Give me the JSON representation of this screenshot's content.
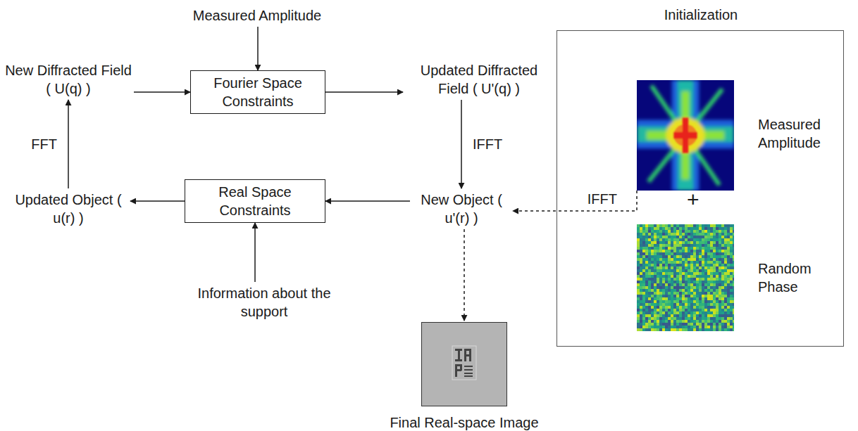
{
  "diagram": {
    "nodes": [
      {
        "text": [
          "Measured Amplitude"
        ]
      },
      {
        "text": [
          "New Diffracted Field ( U(q) )"
        ]
      },
      {
        "text": [
          "Fourier Space Constraints"
        ]
      },
      {
        "text": [
          "Updated Diffracted Field ( U'(q) )"
        ]
      },
      {
        "text": [
          "Initialization"
        ]
      },
      {
        "text": [
          "Measured Amplitude"
        ],
        "in": 4
      },
      {
        "text": [
          "Random Phase"
        ],
        "in": 4
      },
      {
        "text": [
          "Updated Object ( u(r) )"
        ]
      },
      {
        "text": [
          "Real Space Constraints"
        ]
      },
      {
        "text": [
          "New Object ( u'(r) )"
        ]
      },
      {
        "text": [
          "Information about the support"
        ]
      },
      {
        "text": [
          "Final Real-space Image"
        ]
      }
    ],
    "edges": [
      {
        "from": 0,
        "to": 2,
        "arrow": "to"
      },
      {
        "from": 1,
        "to": 2,
        "arrow": "to"
      },
      {
        "from": 2,
        "to": 3,
        "arrow": "to"
      },
      {
        "from": 3,
        "to": 9,
        "label": "IFFT",
        "arrow": "to"
      },
      {
        "from": 7,
        "to": 1,
        "label": "FFT",
        "arrow": "to"
      },
      {
        "from": 9,
        "to": 8,
        "arrow": "to"
      },
      {
        "from": 8,
        "to": 7,
        "arrow": "to"
      },
      {
        "from": 10,
        "to": 8,
        "arrow": "to"
      },
      {
        "from": 5,
        "to": 9,
        "label": "IFFT",
        "arrow": "to"
      },
      {
        "from": 9,
        "to": 11,
        "arrow": "to"
      }
    ],
    "labels": [
      "+"
    ]
  }
}
